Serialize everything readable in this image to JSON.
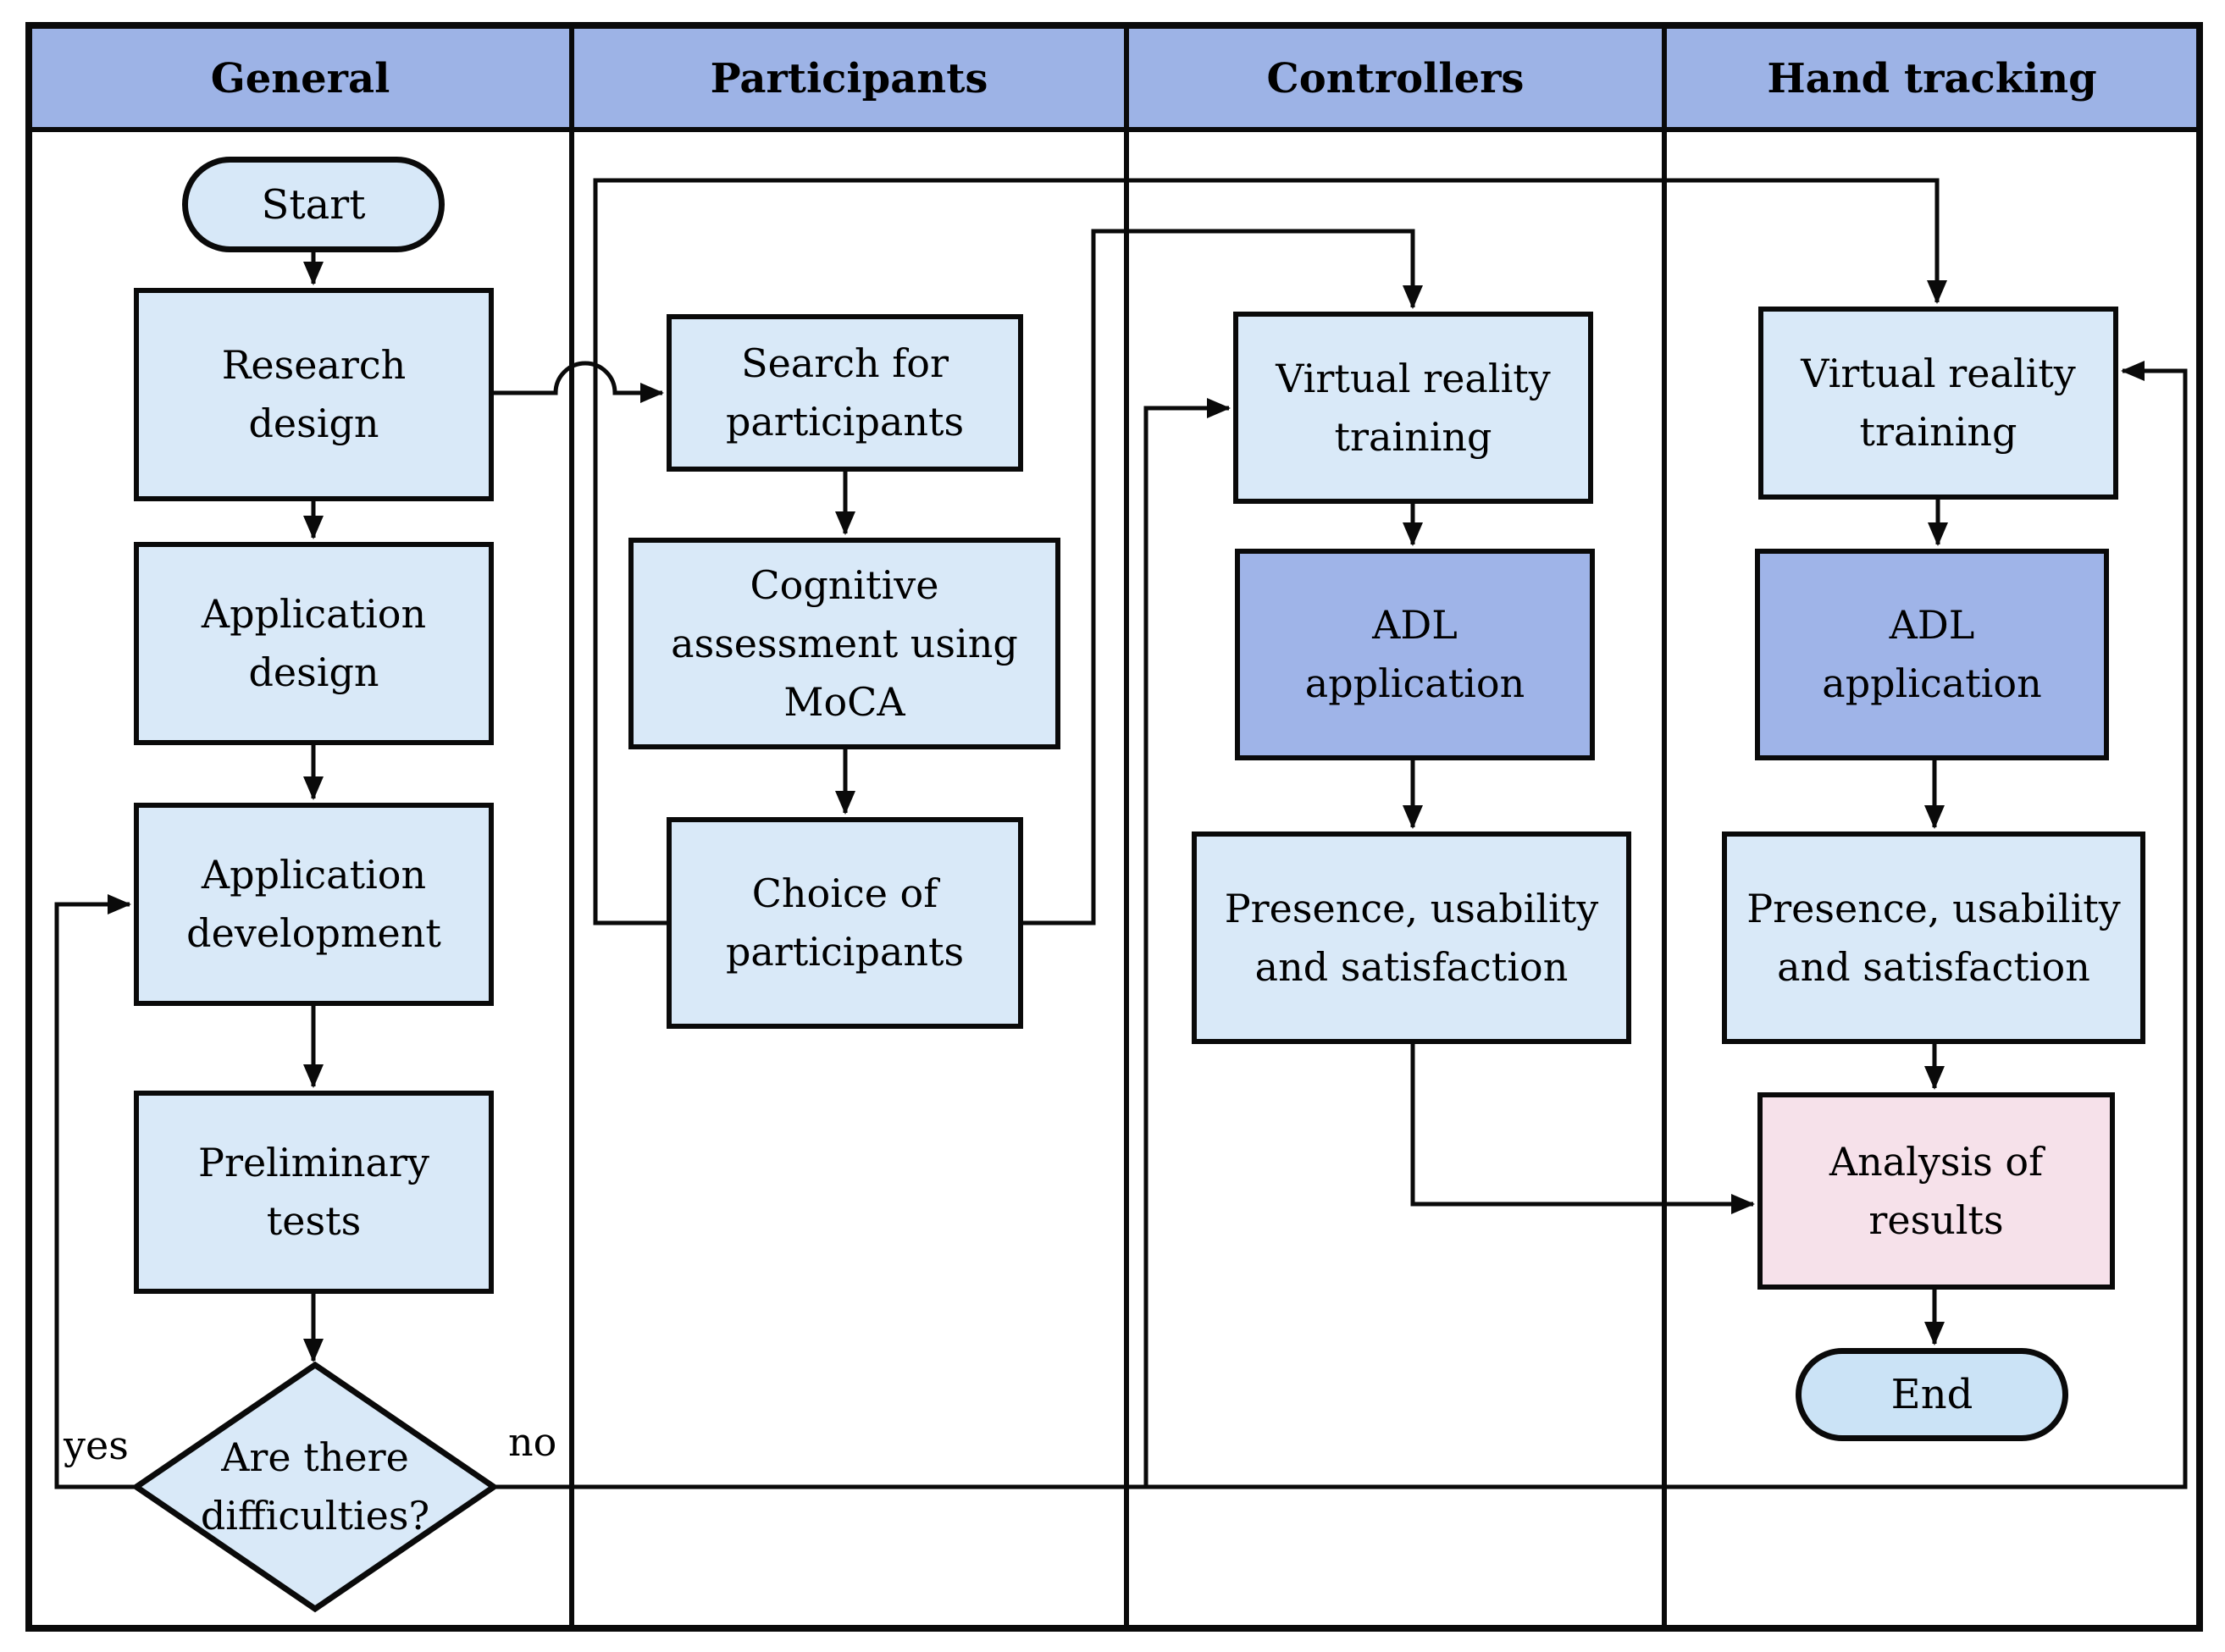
{
  "diagram": {
    "lanes": [
      {
        "label": "General"
      },
      {
        "label": "Participants"
      },
      {
        "label": "Controllers"
      },
      {
        "label": "Hand tracking"
      }
    ],
    "nodes": {
      "start": {
        "label": "Start"
      },
      "research_design": {
        "label": "Research\ndesign"
      },
      "application_design": {
        "label": "Application\ndesign"
      },
      "application_development": {
        "label": "Application\ndevelopment"
      },
      "preliminary_tests": {
        "label": "Preliminary\ntests"
      },
      "difficulties_decision": {
        "label": "Are there\ndifficulties?"
      },
      "search_participants": {
        "label": "Search for\nparticipants"
      },
      "cognitive_assessment": {
        "label": "Cognitive\nassessment using\nMoCA"
      },
      "choice_participants": {
        "label": "Choice of\nparticipants"
      },
      "vr_training_controllers": {
        "label": "Virtual reality\ntraining"
      },
      "adl_application_controllers": {
        "label": "ADL\napplication"
      },
      "presence_controllers": {
        "label": "Presence, usability\nand satisfaction"
      },
      "vr_training_hand": {
        "label": "Virtual reality\ntraining"
      },
      "adl_application_hand": {
        "label": "ADL\napplication"
      },
      "presence_hand": {
        "label": "Presence, usability\nand satisfaction"
      },
      "analysis_results": {
        "label": "Analysis of\nresults"
      },
      "end": {
        "label": "End"
      }
    },
    "edge_labels": {
      "yes": "yes",
      "no": "no"
    },
    "colors": {
      "header_fill": "#9db3e6",
      "process_fill": "#d9e9f8",
      "adl_fill": "#9fb4e8",
      "analysis_fill": "#f6e1ea",
      "start_fill": "#d7e8f8",
      "end_fill": "#cbe3f6",
      "stroke": "#0a0a0a"
    }
  }
}
